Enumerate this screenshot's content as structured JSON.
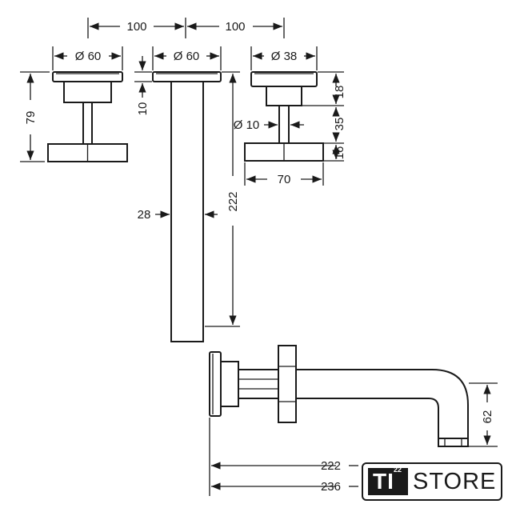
{
  "diagram": {
    "dimensions": {
      "spacing_left": "100",
      "spacing_right": "100",
      "left_handle_dia": "Ø 60",
      "spout_dia": "Ø 60",
      "right_handle_dia": "Ø 38",
      "left_height": "79",
      "spout_flange": "10",
      "right_flange": "18",
      "stem_dia": "Ø 10",
      "right_stem": "35",
      "right_handle": "16",
      "handle_width": "70",
      "spout_width": "28",
      "spout_length": "222",
      "side_height": "62",
      "side_length_a": "222",
      "side_length_b": "236"
    }
  },
  "logo": {
    "ti": "TI",
    "sup": "22",
    "store": "STORE"
  }
}
